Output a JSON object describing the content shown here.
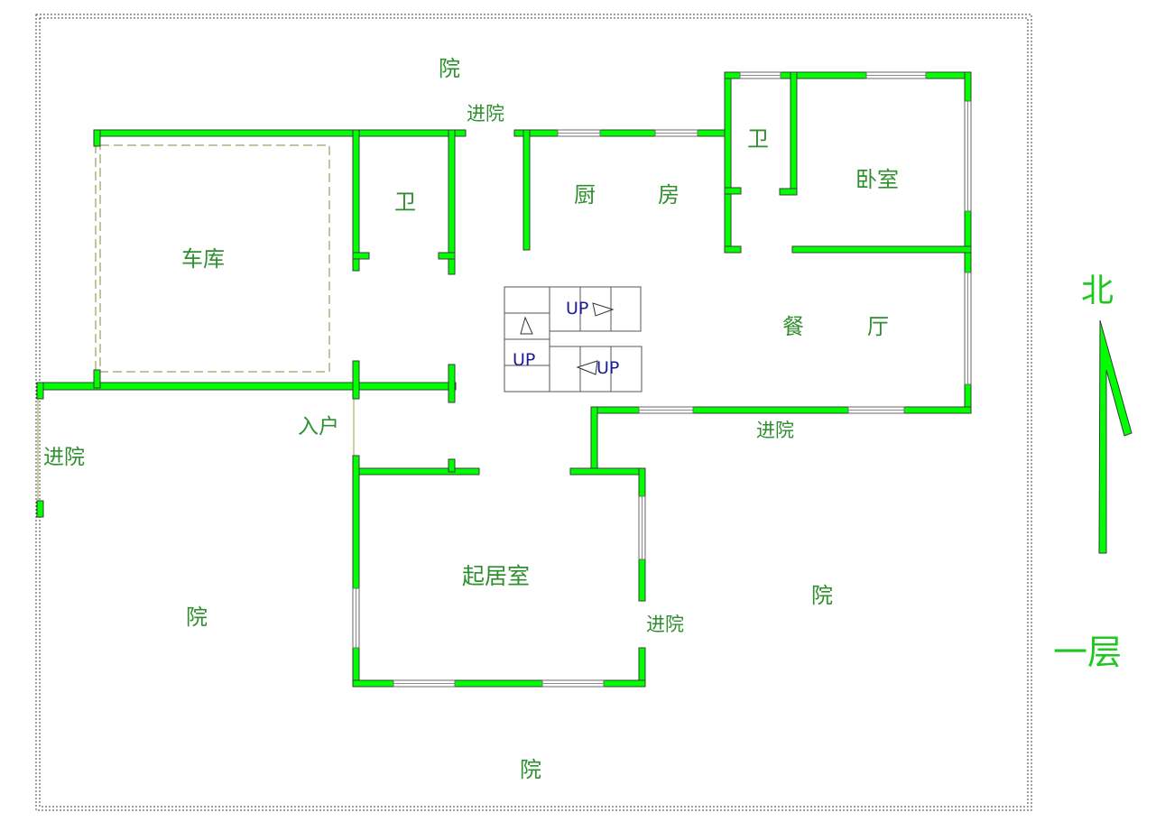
{
  "colors": {
    "wall": "#00ff00",
    "label": "#2f8f2f",
    "up_text": "#1a1a9a",
    "boundary": "#404040"
  },
  "labels": {
    "yard_north": "院",
    "enter_yard_north": "进院",
    "bath_1": "卫",
    "bath_2": "卫",
    "kitchen_1": "厨",
    "kitchen_2": "房",
    "bedroom": "卧室",
    "garage": "车库",
    "dining_1": "餐",
    "dining_2": "厅",
    "entrance": "入户",
    "enter_yard_west": "进院",
    "enter_yard_east": "进院",
    "enter_yard_living": "进院",
    "living_room": "起居室",
    "yard_west": "院",
    "yard_east": "院",
    "yard_south": "院"
  },
  "stairs": {
    "up_1": "UP",
    "up_2": "UP",
    "up_3": "UP"
  },
  "compass": {
    "north": "北",
    "icon": "north-arrow-icon"
  },
  "floor": {
    "label": "一层"
  }
}
